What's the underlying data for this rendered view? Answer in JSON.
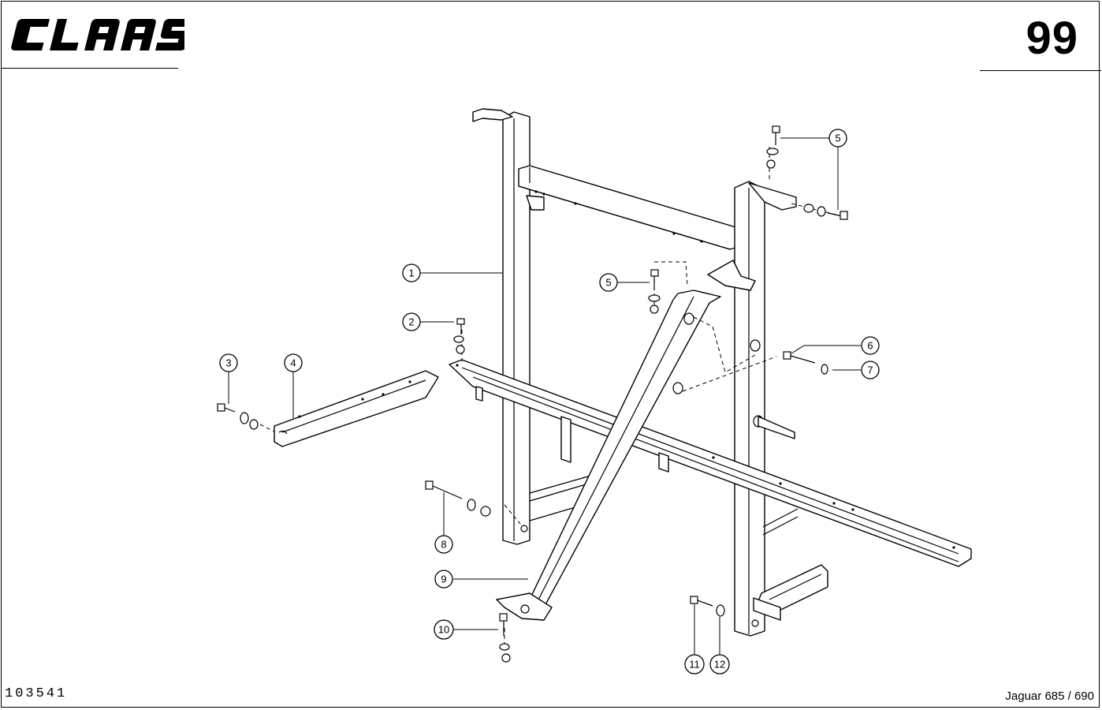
{
  "header": {
    "brand": "CLAAS",
    "page_number": "99"
  },
  "footer": {
    "drawing_number": "103541",
    "model": "Jaguar 685 / 690"
  },
  "callouts": [
    {
      "label": "1"
    },
    {
      "label": "2"
    },
    {
      "label": "3"
    },
    {
      "label": "4"
    },
    {
      "label": "5"
    },
    {
      "label": "5"
    },
    {
      "label": "6"
    },
    {
      "label": "7"
    },
    {
      "label": "8"
    },
    {
      "label": "9"
    },
    {
      "label": "10"
    },
    {
      "label": "11"
    },
    {
      "label": "12"
    }
  ]
}
